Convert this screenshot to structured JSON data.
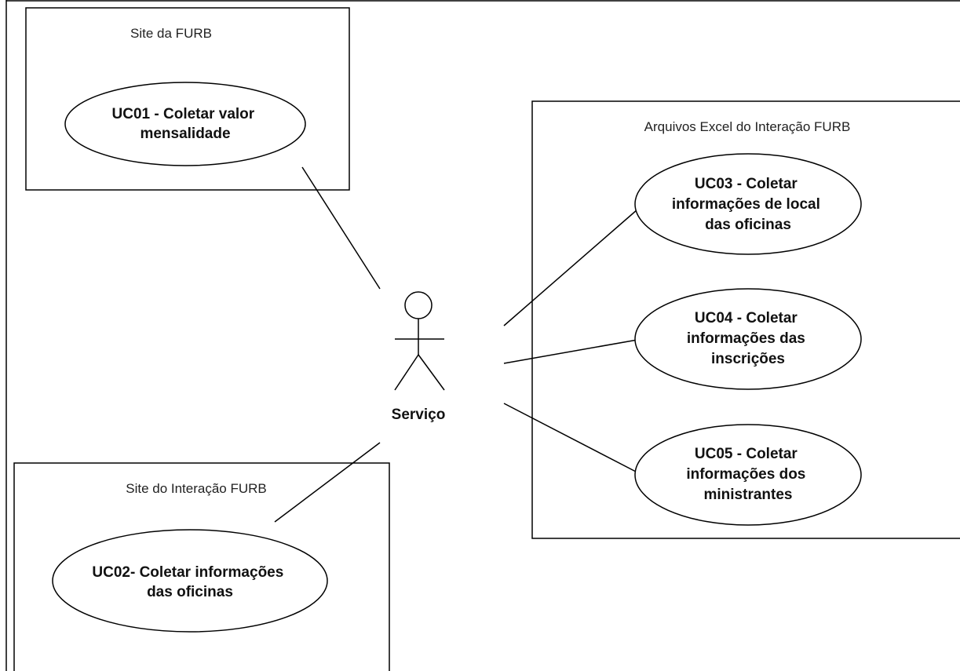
{
  "diagram": {
    "actor": {
      "label": "Serviço"
    },
    "boundaries": {
      "site_furb": "Site da FURB",
      "excel": "Arquivos Excel do Interação FURB",
      "site_interacao": "Site do Interação FURB"
    },
    "use_cases": {
      "uc01": {
        "line1": "UC01 - Coletar valor",
        "line2": "mensalidade"
      },
      "uc02": {
        "line1": "UC02- Coletar informações",
        "line2": "das oficinas"
      },
      "uc03": {
        "line1": "UC03 - Coletar",
        "line2": "informações de local",
        "line3": "das oficinas"
      },
      "uc04": {
        "line1": "UC04 - Coletar",
        "line2": "informações das",
        "line3": "inscrições"
      },
      "uc05": {
        "line1": "UC05 - Coletar",
        "line2": "informações dos",
        "line3": "ministrantes"
      }
    }
  }
}
